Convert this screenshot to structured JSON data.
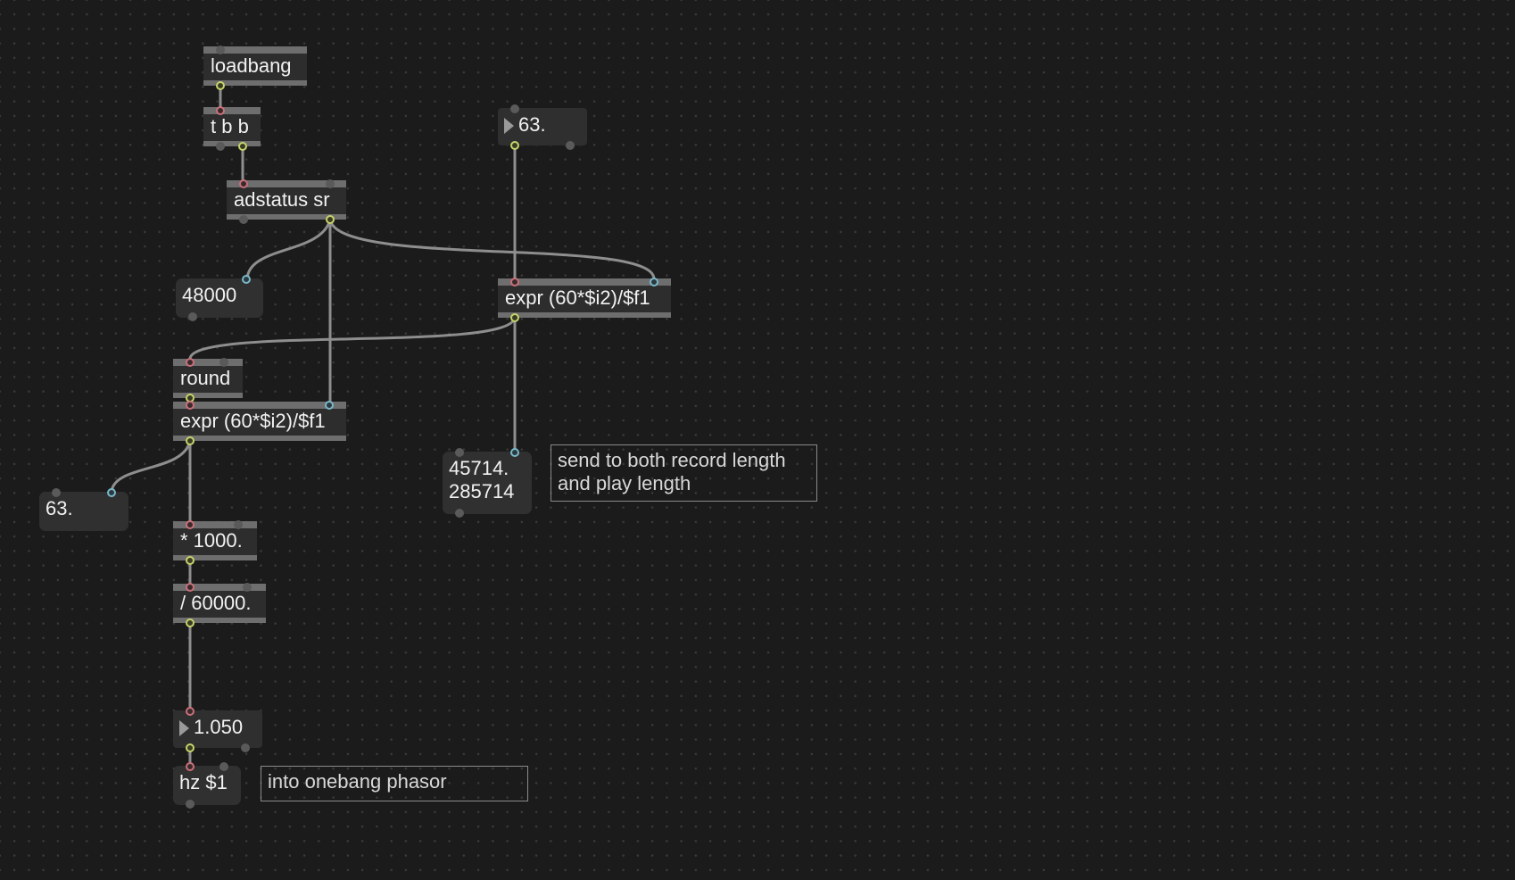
{
  "patch": {
    "objects": {
      "loadbang": "loadbang",
      "trigger": "t b b",
      "adstatus": "adstatus sr",
      "expr_top": "expr (60*$i2)/$f1",
      "round": "round",
      "expr_bottom": "expr (60*$i2)/$f1",
      "multiply": "* 1000.",
      "divide": "/ 60000."
    },
    "number_boxes": {
      "bpm_input": "63.",
      "sample_rate": "48000",
      "length_samples_line1": "45714.",
      "length_samples_line2": "285714",
      "bpm_rounded": "63.",
      "frequency": "1.050"
    },
    "messages": {
      "hz_message": "hz $1"
    },
    "comments": {
      "send_lengths": "send to both record length and play length",
      "into_phasor": "into onebang phasor"
    }
  },
  "colors": {
    "background": "#1b1b1b",
    "object_fill": "#2d2d2d",
    "object_border": "#6e6e6e",
    "cord": "#8e8e8e",
    "cold_inlet": "#7ab7c8",
    "hot_inlet": "#c9707a",
    "outlet": "#c7d36b"
  }
}
